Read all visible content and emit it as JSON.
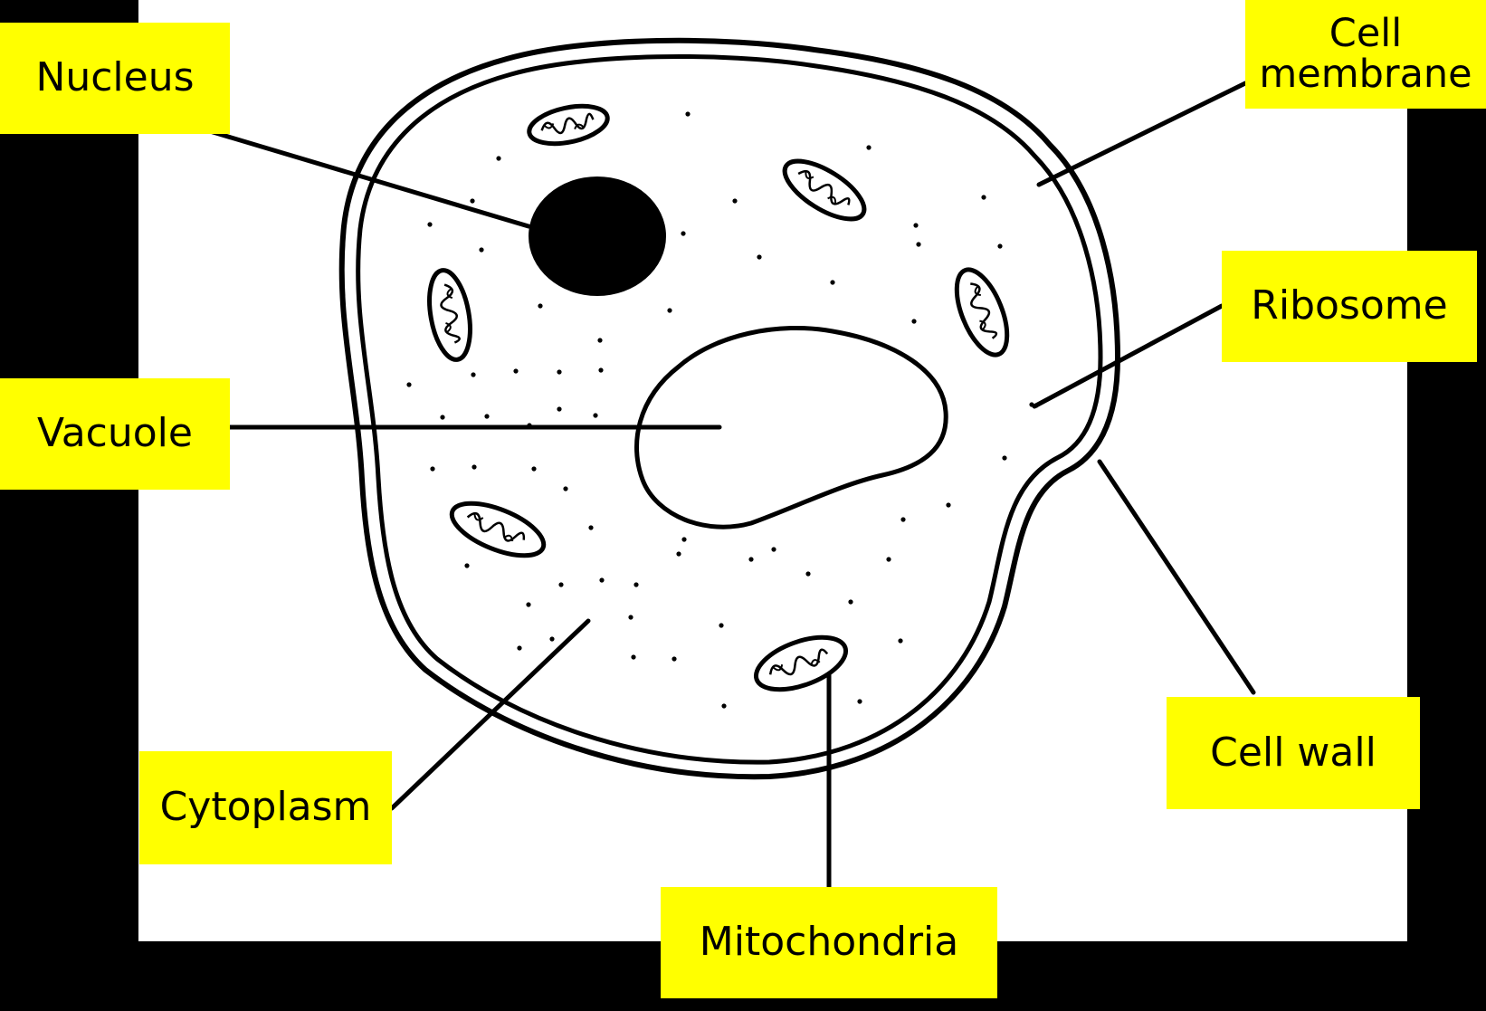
{
  "labels": {
    "nucleus": "Nucleus",
    "vacuole": "Vacuole",
    "cytoplasm": "Cytoplasm",
    "mitochondria": "Mitochondria",
    "cell_wall": "Cell wall",
    "ribosome": "Ribosome",
    "cell_membrane": "Cell\nmembrane"
  },
  "colors": {
    "background": "#000000",
    "panel": "#ffffff",
    "label_fill": "#ffff00",
    "ink": "#000000"
  }
}
